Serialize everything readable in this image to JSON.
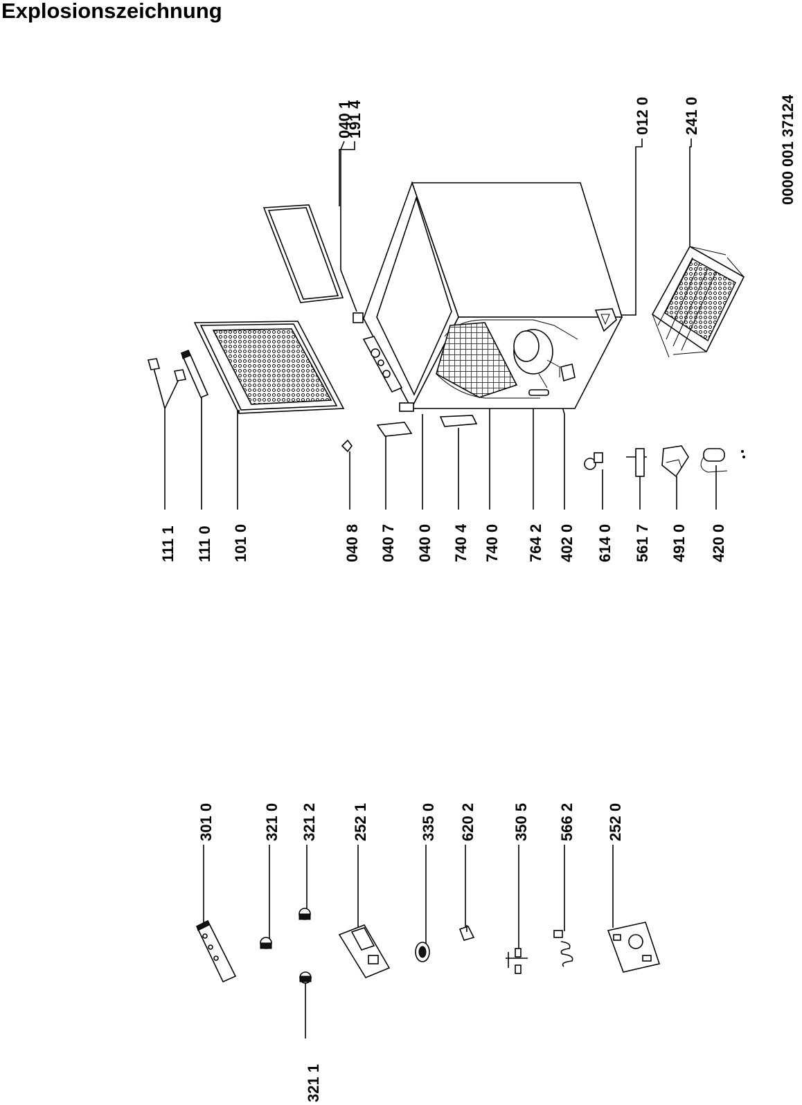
{
  "title": "Explosionszeichnung",
  "document_id": "0000 001 37124",
  "parts": {
    "p1914": "191 4",
    "p0401": "040 1",
    "p0120": "012 0",
    "p2410": "241 0",
    "p1111": "111 1",
    "p1110": "111 0",
    "p1010": "101 0",
    "p0408": "040 8",
    "p0407": "040 7",
    "p0400": "040 0",
    "p7404": "740 4",
    "p7400": "740 0",
    "p7642": "764 2",
    "p4020": "402 0",
    "p6140": "614 0",
    "p5617": "561 7",
    "p4910": "491 0",
    "p4200": "420 0",
    "p3010": "301 0",
    "p3210": "321 0",
    "p3212": "321 2",
    "p2521": "252 1",
    "p3350": "335 0",
    "p6202": "620 2",
    "p3505": "350 5",
    "p5662": "566 2",
    "p2520": "252 0",
    "p3211": "321 1"
  }
}
